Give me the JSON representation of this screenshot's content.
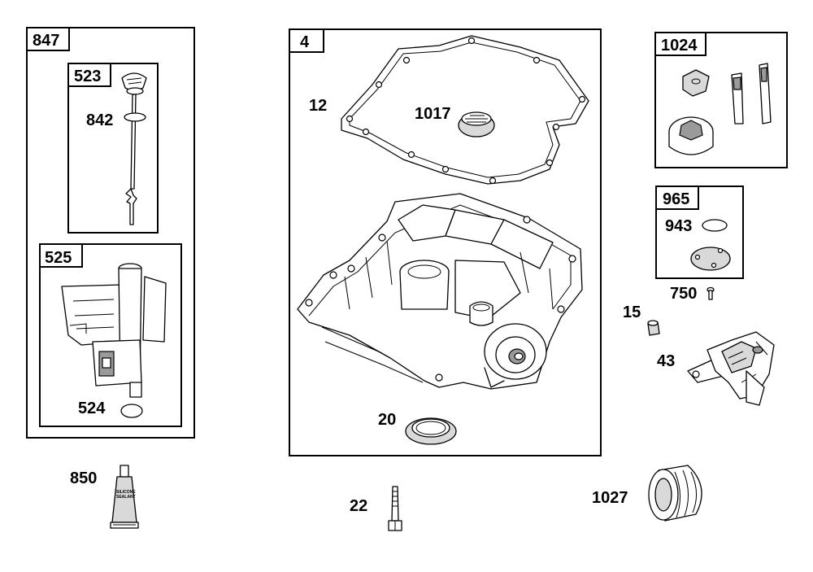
{
  "groups": {
    "g847": "847",
    "g523": "523",
    "g525": "525",
    "g4": "4",
    "g1024": "1024",
    "g965": "965"
  },
  "parts": {
    "p842": "842",
    "p524": "524",
    "p850": "850",
    "p12": "12",
    "p1017": "1017",
    "p20": "20",
    "p22": "22",
    "p943": "943",
    "p750": "750",
    "p15": "15",
    "p43": "43",
    "p1027": "1027"
  },
  "sealant_tube": {
    "line1": "SILICONE",
    "line2": "SEALANT"
  }
}
